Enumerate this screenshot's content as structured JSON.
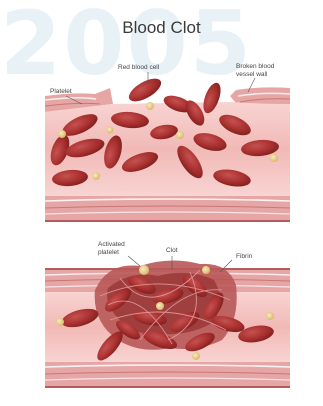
{
  "watermark": "2005",
  "title": "Blood Clot",
  "top_panel": {
    "labels": {
      "platelet": "Platelet",
      "red_blood_cell": "Red blood cell",
      "broken_vessel_line1": "Broken blood",
      "broken_vessel_line2": "vessel wall"
    }
  },
  "bottom_panel": {
    "labels": {
      "activated_platelet_line1": "Activated",
      "activated_platelet_line2": "platelet",
      "clot": "Clot",
      "fibrin": "Fibrin"
    }
  },
  "colors": {
    "vessel_wall": "#d98b8b",
    "lumen": "#f4c2c2",
    "red_cell": "#a8302f",
    "platelet": "#e8d08a",
    "clot": "#a84a4a",
    "fibrin": "#d98080"
  }
}
